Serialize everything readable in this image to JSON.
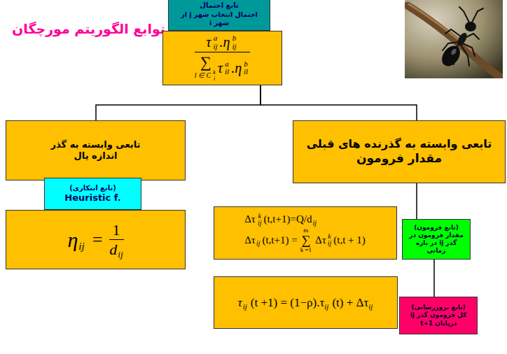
{
  "diagram": {
    "title": "توابع الگوریتم مورچگان",
    "nodes": [
      {
        "text": [
          "تابع احتمال",
          "احتمال انتخاب شهر j از شهر i"
        ]
      },
      {
        "text": [
          "τ",
          "a",
          "ij",
          ".η",
          "b",
          "ij",
          "∑",
          "l ∈ C",
          "k",
          "i",
          "τ",
          "a",
          "il",
          ".η",
          "b",
          "il"
        ]
      },
      {
        "text": [
          "تابعی وابسته به گذرنده های قبلی",
          "مقدار فرومون"
        ]
      },
      {
        "text": [
          "تابعی وابسته به گذر",
          "اندازه یال"
        ]
      },
      {
        "text": [
          "(تابع ابتکاری)",
          "Heuristic f."
        ]
      },
      {
        "text": [
          "η",
          "ij",
          "=",
          "1",
          "d",
          "ij"
        ]
      },
      {
        "text": [
          "Δτ",
          "k",
          "ij",
          "(t,t+1)=Q/d",
          "ij",
          "Δτ",
          "ij",
          "(t,t+1) =",
          "m",
          "∑",
          "k =1",
          "Δτ",
          "k",
          "ij",
          "(t,t + 1)"
        ]
      },
      {
        "text": [
          "(تابع فرومون)",
          "مقدار فرومون در گذر ij در بازه زمانی"
        ]
      },
      {
        "text": [
          "τ",
          "ij",
          "(t +1) = (1−ρ).τ",
          "ij",
          "(t) + Δτ",
          "ij"
        ]
      },
      {
        "text": [
          "(تابع بروزرسانی)",
          "کل فرومون گذر ij",
          "درپایان t+1"
        ]
      }
    ],
    "edges": [
      {
        "from": 1,
        "to": 3,
        "arrow": "none"
      },
      {
        "from": 1,
        "to": 2,
        "arrow": "none"
      },
      {
        "from": 2,
        "to": 7,
        "arrow": "none"
      },
      {
        "from": 7,
        "to": 9,
        "arrow": "none"
      }
    ]
  }
}
